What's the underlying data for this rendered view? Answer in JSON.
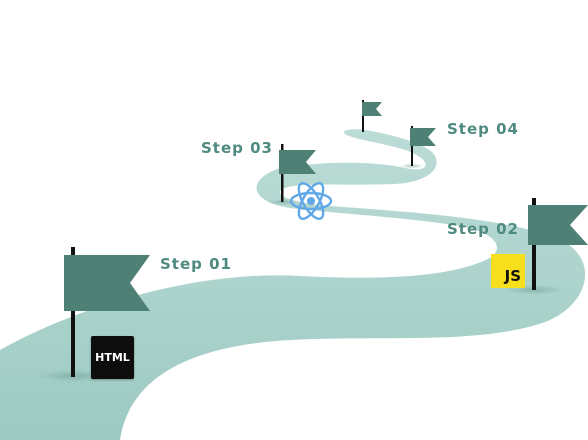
{
  "steps": [
    {
      "label": "Step 01"
    },
    {
      "label": "Step 02"
    },
    {
      "label": "Step 03"
    },
    {
      "label": "Step 04"
    }
  ],
  "badges": {
    "html": "HTML",
    "js": "JS"
  },
  "icons": {
    "step_01": "html5-icon",
    "step_02": "javascript-icon",
    "step_03": "react-icon",
    "flag": "flag-icon"
  },
  "colors": {
    "road": "#a8d0c9",
    "flag": "#4e8075",
    "label": "#4f8a80",
    "react": "#61a8e8",
    "js_bg": "#f7df1e",
    "html_bg": "#0d0d0d"
  }
}
